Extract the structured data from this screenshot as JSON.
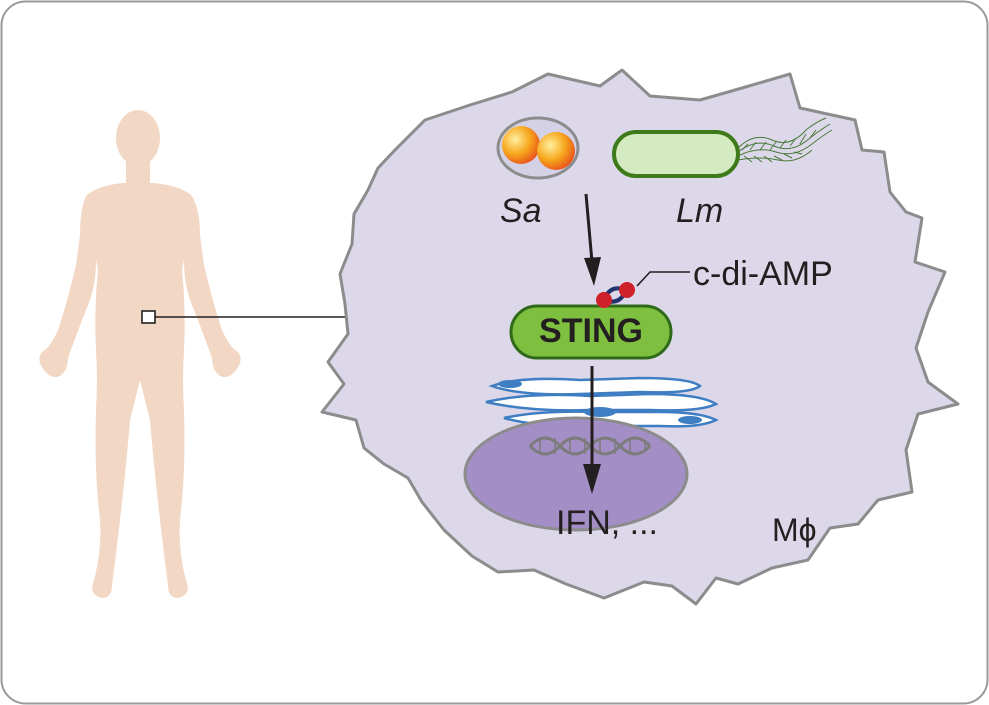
{
  "labels": {
    "sa": "Sa",
    "lm": "Lm",
    "c_di_amp": "c-di-AMP",
    "sting": "STING",
    "ifn": "IFN, ...",
    "macrophage": "Mϕ"
  },
  "colors": {
    "cell_fill": "#dcd8ea",
    "cell_stroke": "#8c8c8c",
    "nucleus_fill": "#a48ec6",
    "human_fill": "#f2d8c4",
    "sting_fill": "#7fbf3f",
    "rod_fill": "#d4eac0",
    "rod_stroke": "#3d7a1a",
    "coccus_fill": "#f6a81c",
    "ligand_red": "#d0202a",
    "linker_blue": "#22346e",
    "er_blue": "#3f7ec3"
  },
  "icons": [
    "human-body-icon",
    "macrophage-cell",
    "staphylococcus-aureus-icon",
    "listeria-rod-icon",
    "c-di-amp-molecule",
    "sting-protein",
    "endoplasmic-reticulum",
    "nucleus",
    "dna-helix"
  ]
}
